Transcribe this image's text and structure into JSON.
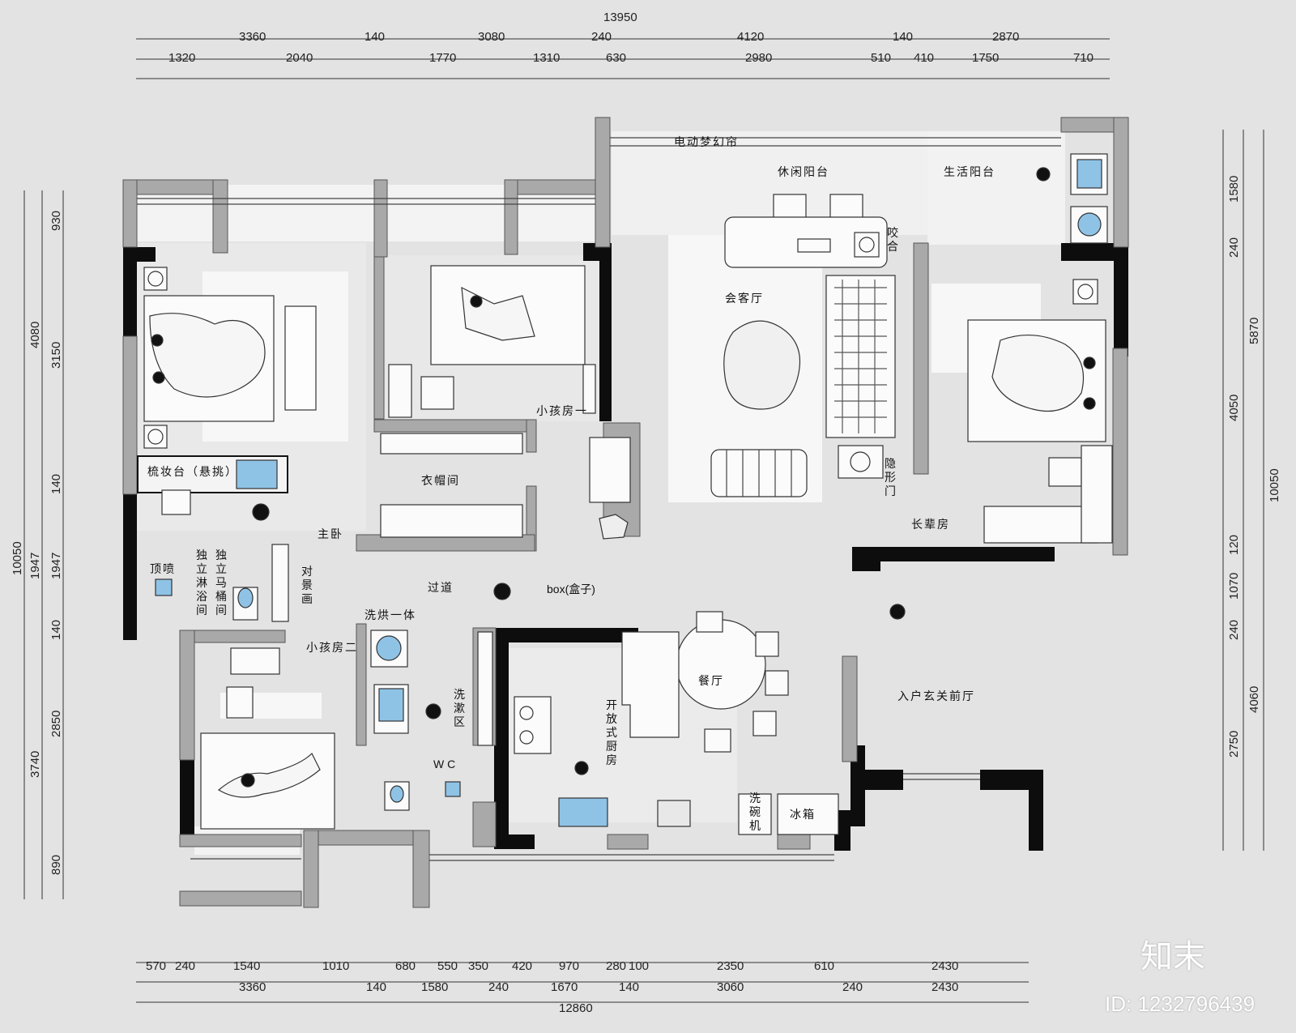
{
  "dimensions": {
    "top_total": "13950",
    "top_row1": [
      "3360",
      "140",
      "3080",
      "240",
      "4120",
      "140",
      "2870"
    ],
    "top_row2": [
      "1320",
      "2040",
      "1770",
      "1310",
      "630",
      "2980",
      "510",
      "410",
      "1750",
      "710"
    ],
    "bottom_row1": [
      "570",
      "240",
      "1540",
      "1010",
      "680",
      "550",
      "350",
      "420",
      "970",
      "280",
      "100",
      "2350",
      "610",
      "2430"
    ],
    "bottom_row2": [
      "3360",
      "140",
      "1580",
      "240",
      "1670",
      "140",
      "3060",
      "240",
      "2430"
    ],
    "bottom_total": "12860",
    "left_outer_total": "10050",
    "left_outer": [
      "4080",
      "1947",
      "3740"
    ],
    "left_inner": [
      "930",
      "3150",
      "140",
      "1947",
      "140",
      "2850",
      "890"
    ],
    "right_outer_total": "10050",
    "right_outer": [
      "5870",
      "4060"
    ],
    "right_inner": [
      "1580",
      "240",
      "4050",
      "120",
      "1070",
      "240",
      "2750"
    ]
  },
  "rooms": {
    "curtain": "电动梦幻帘",
    "leisure_balcony": "休闲阳台",
    "service_balcony": "生活阳台",
    "bar": "咬合",
    "living_room": "会客厅",
    "hidden_door": "隐形门",
    "elder_room": "长辈房",
    "child_room_1": "小孩房一",
    "wardrobe": "衣帽间",
    "vanity": "梳妆台（悬挑）",
    "master_bedroom": "主卧",
    "ceiling_spray": "顶喷",
    "shower": "独立淋浴间",
    "toilet_room": "独立马桶间",
    "feature_wall": "对景画",
    "corridor": "过道",
    "box": "box(盒子)",
    "washer_dryer": "洗烘一体",
    "child_room_2": "小孩房二",
    "wash_area": "洗漱区",
    "wc": "W C",
    "kitchen": "开放式厨房",
    "dining": "餐厅",
    "entry_hall": "入户玄关前厅",
    "dishwasher": "洗碗机",
    "fridge": "冰箱"
  },
  "watermark": {
    "brand": "知末",
    "id": "ID: 1232796439"
  },
  "colors": {
    "background": "#e3e3e3",
    "wall_black": "#0d0d0d",
    "wall_grey": "#a9a9a9",
    "floor_white": "#f6f6f6",
    "water_blue": "#8fc3e6"
  }
}
